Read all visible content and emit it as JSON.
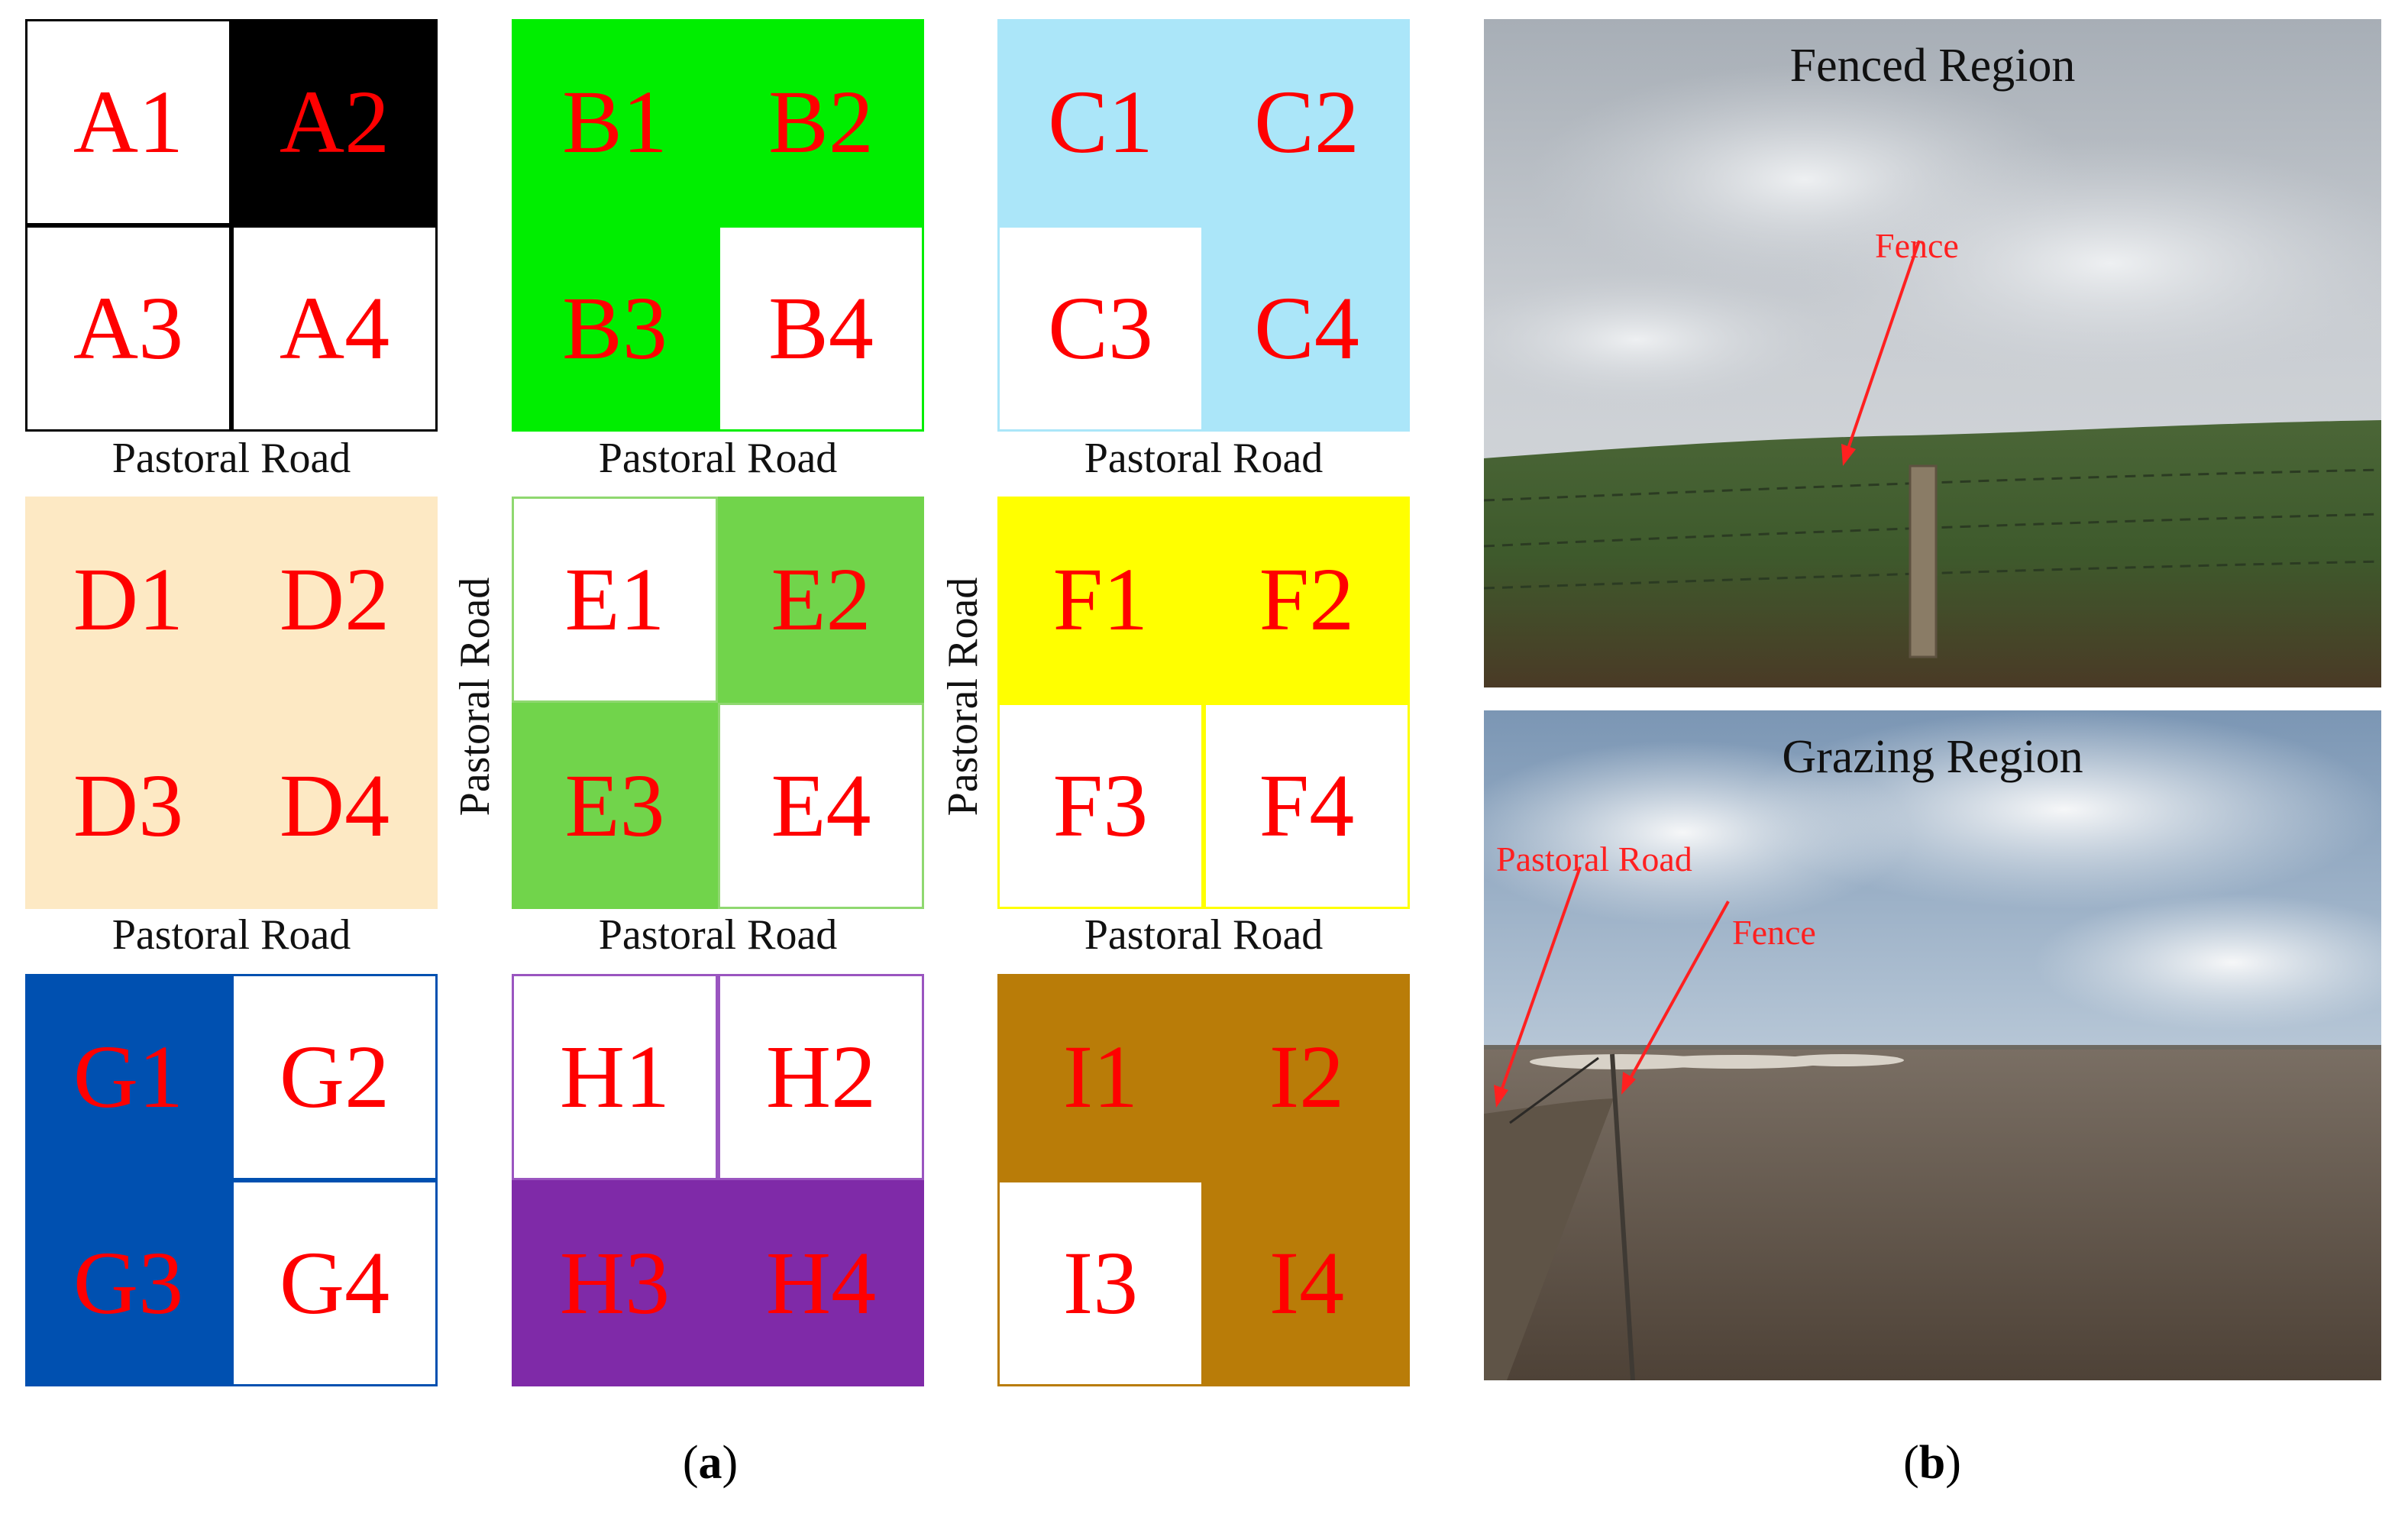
{
  "panel_a": {
    "caption_prefix": "(",
    "caption_letter": "a",
    "caption_suffix": ")",
    "road_label": "Pastoral Road",
    "blocks": [
      {
        "id": "A",
        "color": "#000000",
        "border": "#000000",
        "cells": [
          "A1",
          "A2",
          "A3",
          "A4"
        ],
        "filled": [
          false,
          true,
          false,
          false
        ]
      },
      {
        "id": "B",
        "color": "#00ee00",
        "border": "#00ee00",
        "cells": [
          "B1",
          "B2",
          "B3",
          "B4"
        ],
        "filled": [
          true,
          true,
          true,
          false
        ]
      },
      {
        "id": "C",
        "color": "#abe6f9",
        "border": "#abe6f9",
        "cells": [
          "C1",
          "C2",
          "C3",
          "C4"
        ],
        "filled": [
          true,
          true,
          false,
          true
        ]
      },
      {
        "id": "D",
        "color": "#fde9c4",
        "border": "#fde9c4",
        "cells": [
          "D1",
          "D2",
          "D3",
          "D4"
        ],
        "filled": [
          true,
          true,
          true,
          true
        ]
      },
      {
        "id": "E",
        "color": "#71d44b",
        "border": "#8fd870",
        "cells": [
          "E1",
          "E2",
          "E3",
          "E4"
        ],
        "filled": [
          false,
          true,
          true,
          false
        ]
      },
      {
        "id": "F",
        "color": "#ffff00",
        "border": "#ffff00",
        "cells": [
          "F1",
          "F2",
          "F3",
          "F4"
        ],
        "filled": [
          true,
          true,
          false,
          false
        ]
      },
      {
        "id": "G",
        "color": "#0050b0",
        "border": "#0050b0",
        "cells": [
          "G1",
          "G2",
          "G3",
          "G4"
        ],
        "filled": [
          true,
          false,
          true,
          false
        ]
      },
      {
        "id": "H",
        "color": "#7f2aa8",
        "border": "#9a55c0",
        "cells": [
          "H1",
          "H2",
          "H3",
          "H4"
        ],
        "filled": [
          false,
          false,
          true,
          true
        ]
      },
      {
        "id": "I",
        "color": "#b97c08",
        "border": "#b97c08",
        "cells": [
          "I1",
          "I2",
          "I3",
          "I4"
        ],
        "filled": [
          true,
          true,
          false,
          true
        ]
      }
    ]
  },
  "panel_b": {
    "caption_prefix": "(",
    "caption_letter": "b",
    "caption_suffix": ")",
    "fenced": {
      "title": "Fenced Region",
      "fence_label": "Fence"
    },
    "grazing": {
      "title": "Grazing Region",
      "road_label": "Pastoral  Road",
      "fence_label": "Fence"
    }
  }
}
